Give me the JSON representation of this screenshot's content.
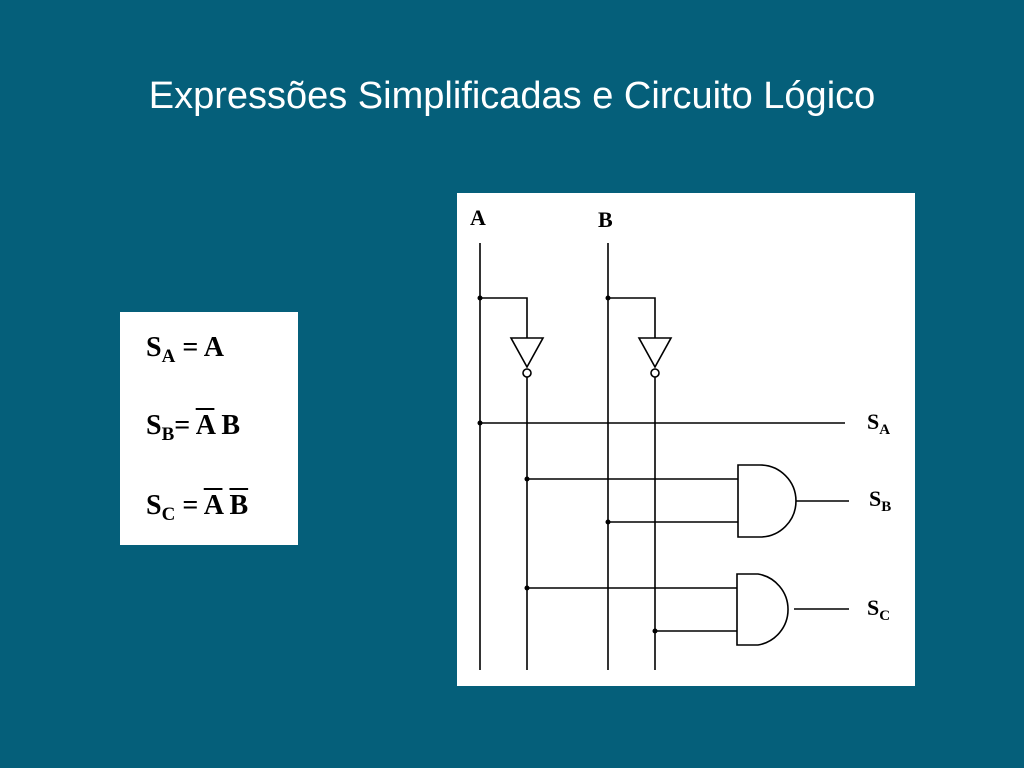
{
  "slide": {
    "title": "Expressões Simplificadas e Circuito Lógico"
  },
  "equations": [
    {
      "lhs": "S",
      "sub": "A",
      "eq": "=",
      "rhs": [
        {
          "text": "A",
          "overline": false
        }
      ]
    },
    {
      "lhs": "S",
      "sub": "B",
      "eq": "=",
      "rhs": [
        {
          "text": "A",
          "overline": true
        },
        {
          "text": "B",
          "overline": false
        }
      ]
    },
    {
      "lhs": "S",
      "sub": "C",
      "eq": "=",
      "rhs": [
        {
          "text": "A",
          "overline": true
        },
        {
          "text": "B",
          "overline": true
        }
      ]
    }
  ],
  "circuit": {
    "inputs": [
      "A",
      "B"
    ],
    "outputs": [
      {
        "main": "S",
        "sub": "A"
      },
      {
        "main": "S",
        "sub": "B"
      },
      {
        "main": "S",
        "sub": "C"
      }
    ],
    "gates": [
      "NOT",
      "NOT",
      "AND",
      "AND"
    ]
  },
  "colors": {
    "background": "#055f7a",
    "panel": "#ffffff",
    "ink": "#000000",
    "title": "#ffffff"
  }
}
